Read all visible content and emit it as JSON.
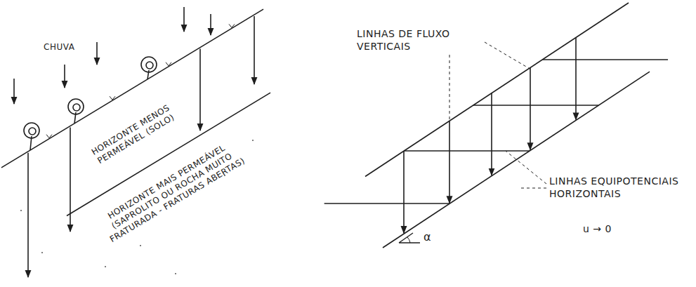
{
  "diagram": {
    "labels": [
      "CHUVA",
      "HORIZONTE MENOS PERMEÁVEL (SOLO)",
      "HORIZONTE MAIS PERMEÁVEL (SAPROLITO OU ROCHA MUITO FRATURADA - FRATURAS ABERTAS)",
      "LINHAS DE FLUXO VERTICAIS",
      "LINHAS EQUIPOTENCIAIS HORIZONTAIS",
      "u → 0",
      "α"
    ]
  }
}
